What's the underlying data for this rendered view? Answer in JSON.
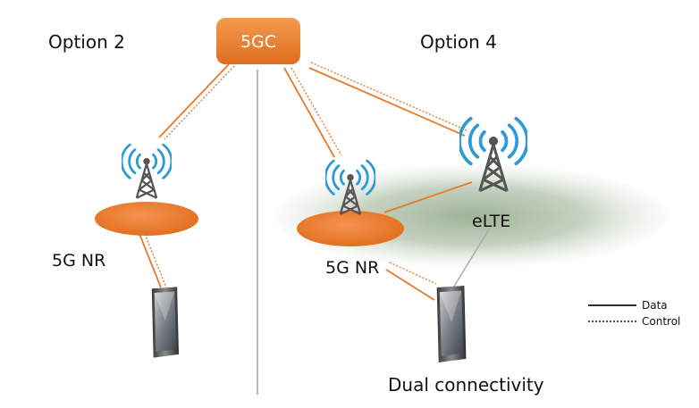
{
  "core": {
    "label": "5GC"
  },
  "left": {
    "option_label": "Option 2",
    "nr_label": "5G NR"
  },
  "right": {
    "option_label": "Option 4",
    "nr_label": "5G NR",
    "lte_label": "eLTE",
    "caption": "Dual connectivity"
  },
  "legend": {
    "data_label": "Data",
    "control_label": "Control"
  },
  "colors": {
    "accent_orange": "#E57A2D",
    "antenna_blue": "#2E9BD6",
    "coverage_green": "#8FA885",
    "divider": "#6B7B8C"
  },
  "icons": [
    "cell-tower-icon",
    "smartphone-icon"
  ]
}
